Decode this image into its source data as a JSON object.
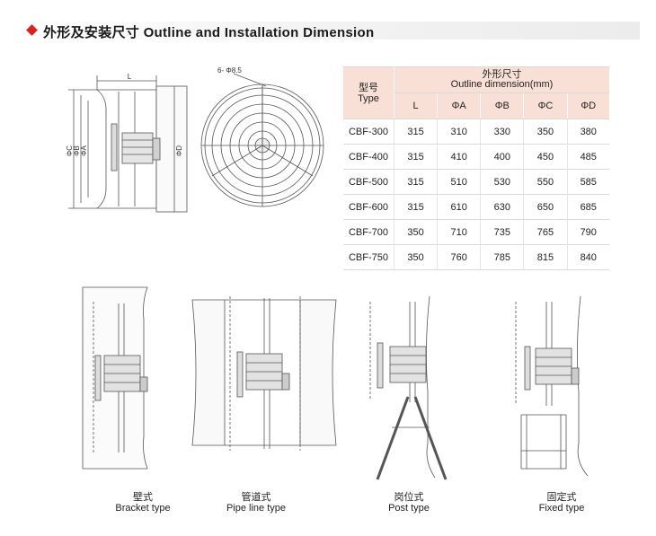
{
  "header": {
    "title": "外形及安装尺寸 Outline and Installation Dimension",
    "accent_color": "#e0201b"
  },
  "drawing_labels": {
    "L": "L",
    "C": "ΦC",
    "B": "ΦB",
    "A": "ΦA",
    "D": "ΦD",
    "holes": "6- Φ8.5"
  },
  "table": {
    "type_header_cn": "型号",
    "type_header_en": "Type",
    "outline_header_cn": "外形尺寸",
    "outline_header_en": "Outline  dimension(mm)",
    "columns": [
      "L",
      "ΦA",
      "ΦB",
      "ΦC",
      "ΦD"
    ],
    "rows": [
      {
        "type": "CBF-300",
        "values": [
          "315",
          "310",
          "330",
          "350",
          "380"
        ]
      },
      {
        "type": "CBF-400",
        "values": [
          "315",
          "410",
          "400",
          "450",
          "485"
        ]
      },
      {
        "type": "CBF-500",
        "values": [
          "315",
          "510",
          "530",
          "550",
          "585"
        ]
      },
      {
        "type": "CBF-600",
        "values": [
          "315",
          "610",
          "630",
          "650",
          "685"
        ]
      },
      {
        "type": "CBF-700",
        "values": [
          "350",
          "710",
          "735",
          "765",
          "790"
        ]
      },
      {
        "type": "CBF-750",
        "values": [
          "350",
          "760",
          "785",
          "815",
          "840"
        ]
      }
    ],
    "header_color": "#f9e0d6"
  },
  "install_types": [
    {
      "cn": "壁式",
      "en": "Bracket type"
    },
    {
      "cn": "管道式",
      "en": "Pipe line type"
    },
    {
      "cn": "岗位式",
      "en": "Post type"
    },
    {
      "cn": "固定式",
      "en": "Fixed type"
    }
  ]
}
